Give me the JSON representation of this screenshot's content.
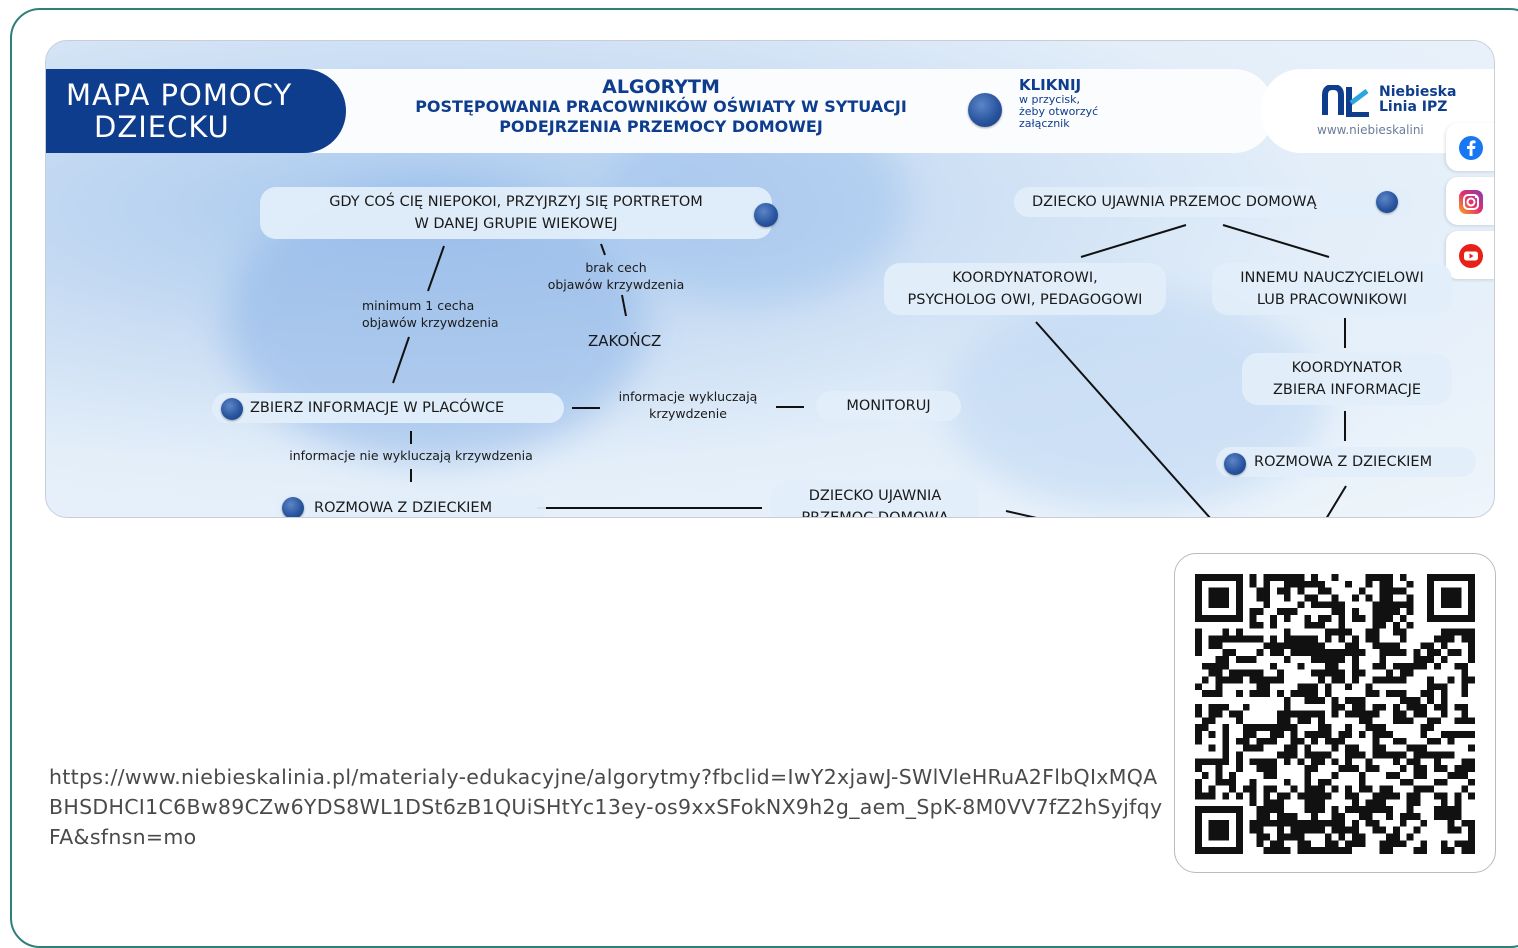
{
  "banner": {
    "brand_line1": "MAPA POMOCY",
    "brand_line2": "DZIECKU",
    "algo_title": "ALGORYTM",
    "algo_line2": "POSTĘPOWANIA PRACOWNIKÓW OŚWIATY W SYTUACJI",
    "algo_line3": "PODEJRZENIA PRZEMOCY DOMOWEJ",
    "klik_title": "KLIKNIJ",
    "klik_l1": "w przycisk,",
    "klik_l2": "żeby otworzyć",
    "klik_l3": "załącznik",
    "logo_l1": "Niebieska",
    "logo_l2": "Linia IPZ",
    "logo_url": "www.niebieskalini",
    "social_icons": [
      "facebook-icon",
      "instagram-icon",
      "youtube-icon"
    ],
    "colors": {
      "navy": "#0f3d8e",
      "frame": "#2f7f7a"
    }
  },
  "flow": {
    "portrety_l1": "GDY COŚ CIĘ NIEPOKOI, PRZYJRZYJ SIĘ PORTRETOM",
    "portrety_l2": "W DANEJ GRUPIE WIEKOWEJ",
    "min_l1": "minimum 1 cecha",
    "min_l2": "objawów krzywdzenia",
    "brak_l1": "brak cech",
    "brak_l2": "objawów krzywdzenia",
    "zakoncz": "ZAKOŃCZ",
    "zbierz": "ZBIERZ INFORMACJE W PLACÓWCE",
    "wyklucz_l1": "informacje wykluczają",
    "wyklucz_l2": "krzywdzenie",
    "monitoruj": "MONITORUJ",
    "nie_wyklucz": "informacje nie wykluczają krzywdzenia",
    "rozmowa_left": "ROZMOWA Z DZIECKIEM",
    "ujawnia_mid_l1": "DZIECKO UJAWNIA",
    "ujawnia_mid_l2": "PRZEMOC DOMOWĄ",
    "ujawnia_right": "DZIECKO UJAWNIA PRZEMOC DOMOWĄ",
    "koord_l1": "KOORDYNATOROWI,",
    "koord_l2": "PSYCHOLOG OWI, PEDAGOGOWI",
    "innemu_l1": "INNEMU NAUCZYCIELOWI",
    "innemu_l2": "LUB PRACOWNIKOWI",
    "koord_zbiera_l1": "KOORDYNATOR",
    "koord_zbiera_l2": "ZBIERA INFORMACJE",
    "rozmowa_right": "ROZMOWA Z DZIECKIEM"
  },
  "link": {
    "url": "https://www.niebieskalinia.pl/materialy-edukacyjne/algorytmy?fbclid=IwY2xjawJ-SWlVleHRuA2FlbQIxMQABHSDHCI1C6Bw89CZw6YDS8WL1DSt6zB1QUiSHtYc13ey-os9xxSFokNX9h2g_aem_SpK-8M0VV7fZ2hSyjfqyFA&sfnsn=mo"
  },
  "qr": {
    "icon": "qr-code-icon"
  }
}
